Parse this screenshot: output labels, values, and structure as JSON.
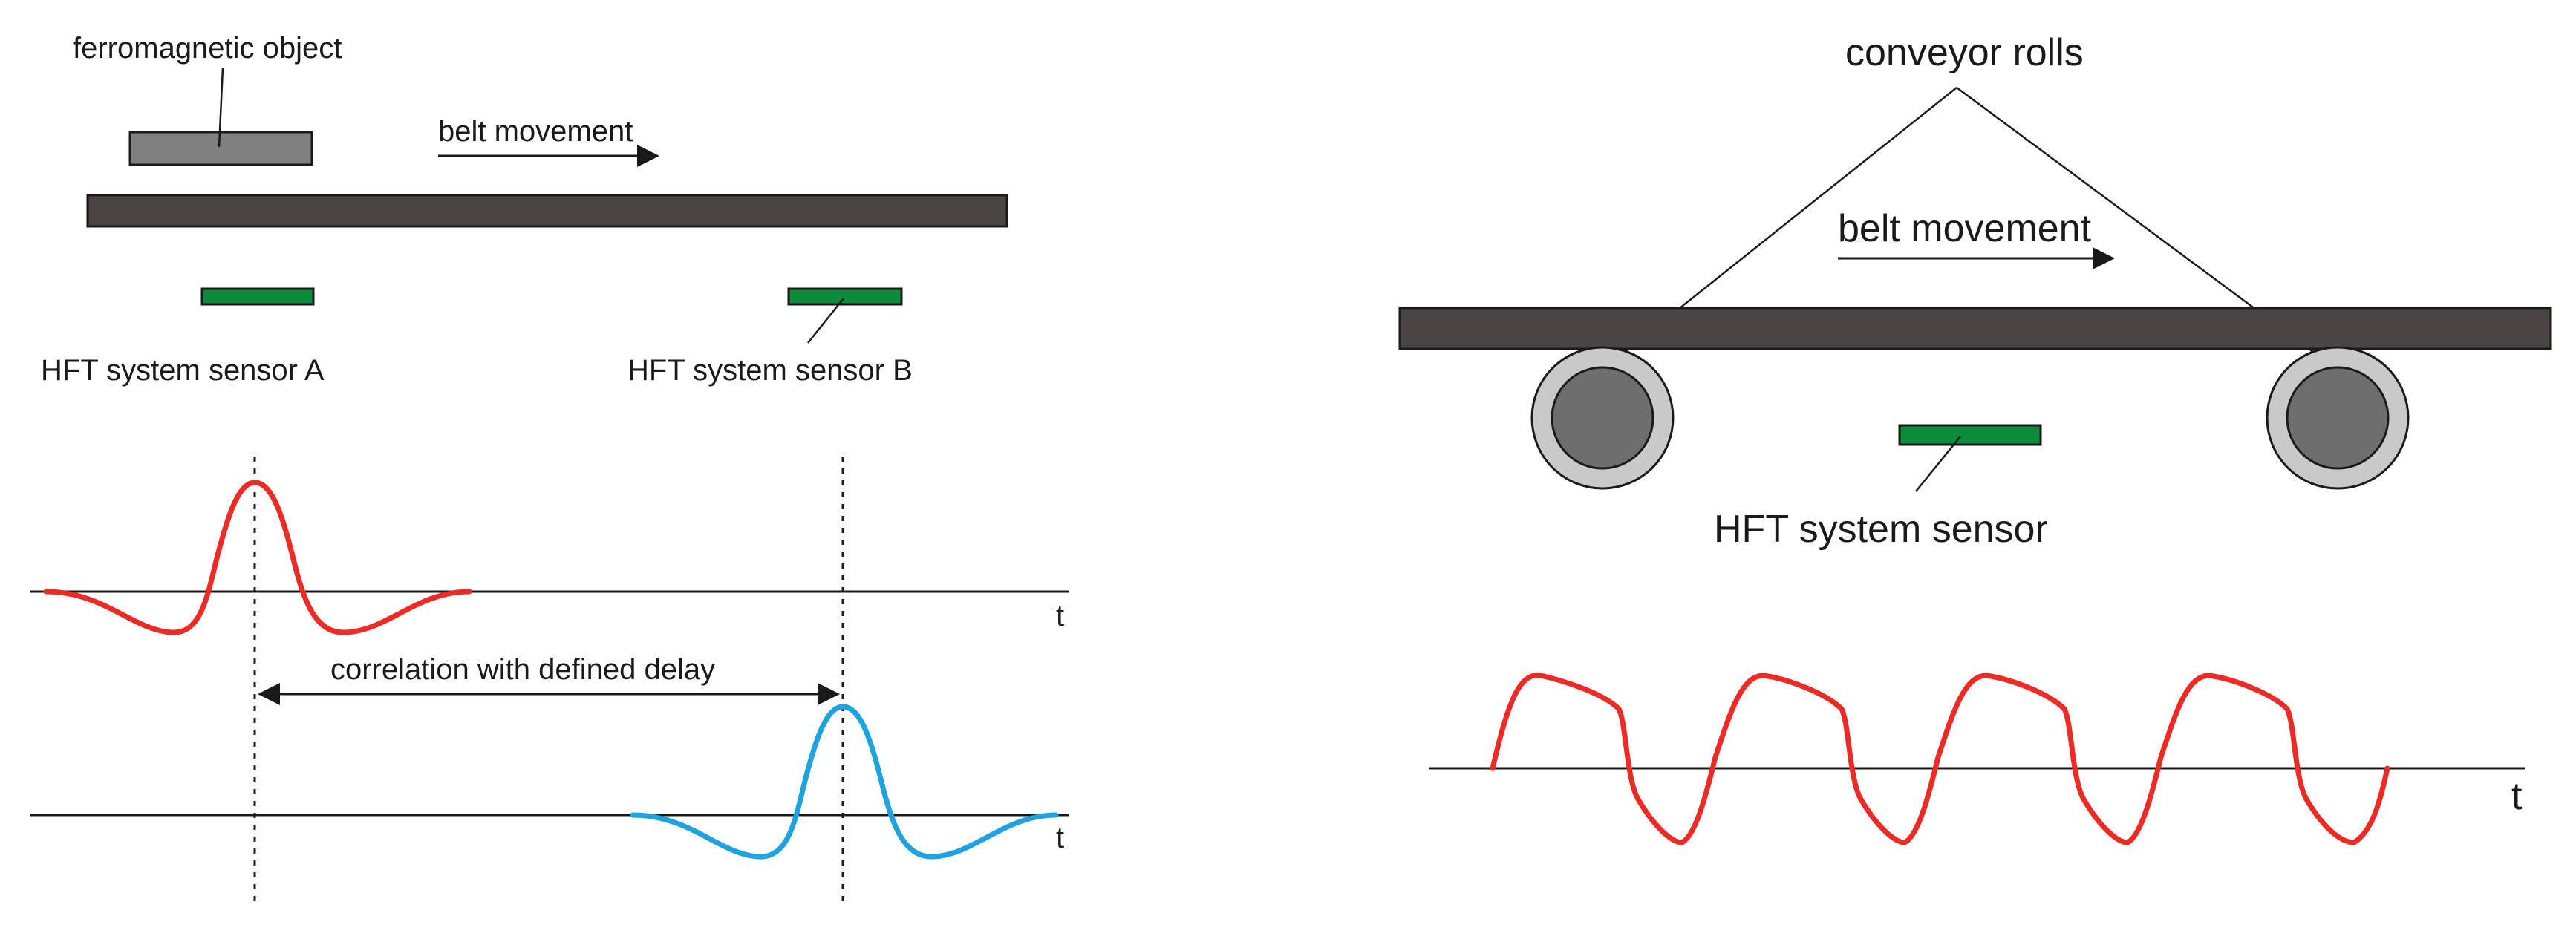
{
  "left_panel": {
    "object_label": "ferromagnetic object",
    "belt_movement_label": "belt movement",
    "sensor_a_label": "HFT system sensor A",
    "sensor_b_label": "HFT system sensor B",
    "correlation_label": "correlation with defined delay",
    "time_axis_a_label": "t",
    "time_axis_b_label": "t"
  },
  "right_panel": {
    "rolls_label": "conveyor rolls",
    "belt_movement_label": "belt movement",
    "sensor_label": "HFT system sensor",
    "time_axis_label": "t"
  },
  "colors": {
    "belt": "#4a4545",
    "sensor": "#0c8c3a",
    "object": "#808080",
    "signal_a": "#ee2a24",
    "signal_b": "#1ea3e0",
    "roll_outer": "#c9c9c9",
    "roll_inner": "#6e6e6e"
  }
}
